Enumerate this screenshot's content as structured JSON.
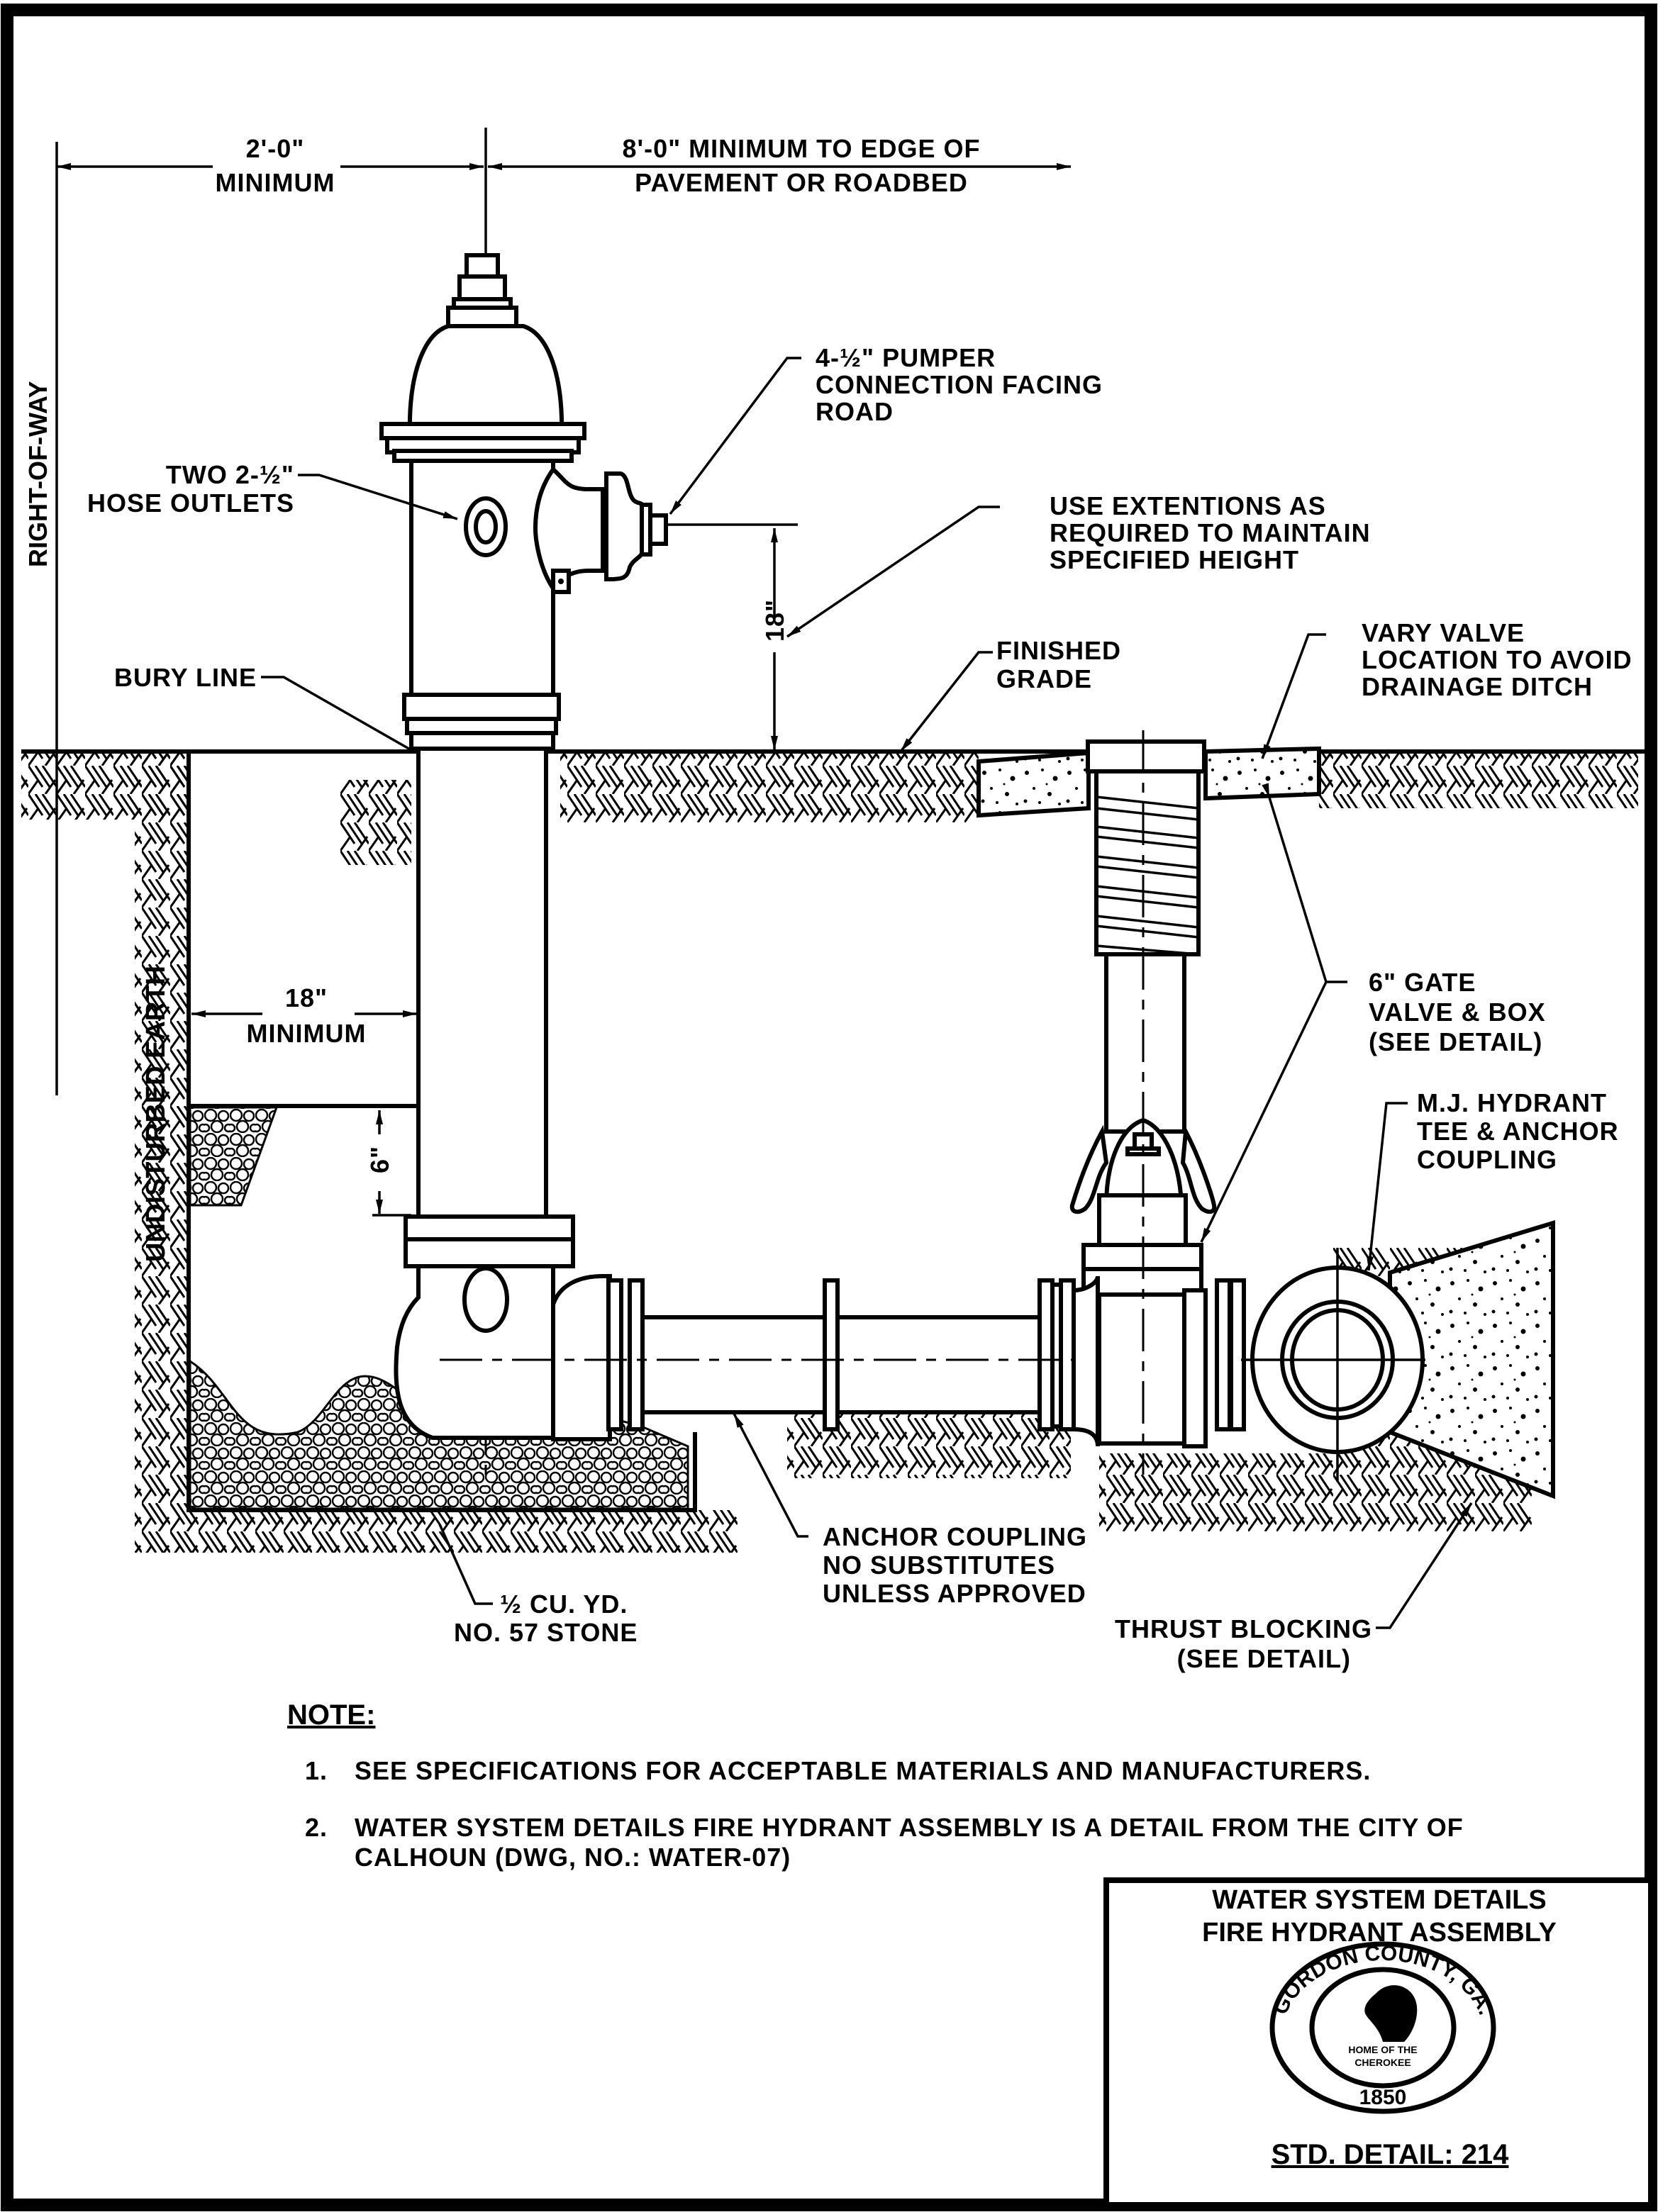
{
  "drawing": {
    "dimensions": {
      "left_offset": "2'-0\"",
      "left_offset_sub": "MINIMUM",
      "right_offset": "8'-0\" MINIMUM TO EDGE OF",
      "right_offset_sub": "PAVEMENT OR ROADBED",
      "pumper_height": "18\"",
      "side_clearance": "18\"",
      "side_clearance_sub": "MINIMUM",
      "stone_depth": "6\""
    },
    "side_labels": {
      "right_of_way": "RIGHT-OF-WAY",
      "undisturbed_earth": "UNDISTURBED EARTH"
    },
    "callouts": {
      "pumper": [
        "4-½\" PUMPER",
        "CONNECTION FACING",
        "ROAD"
      ],
      "hose_outlets": [
        "TWO 2-½\"",
        "HOSE OUTLETS"
      ],
      "extensions": [
        "USE EXTENTIONS AS",
        "REQUIRED TO MAINTAIN",
        "SPECIFIED HEIGHT"
      ],
      "bury_line": "BURY LINE",
      "finished_grade": [
        "FINISHED",
        "GRADE"
      ],
      "vary_valve": [
        "VARY VALVE",
        "LOCATION TO AVOID",
        "DRAINAGE DITCH"
      ],
      "gate_valve": [
        "6\" GATE",
        "VALVE & BOX",
        "(SEE DETAIL)"
      ],
      "mj_tee": [
        "M.J. HYDRANT",
        "TEE & ANCHOR",
        "COUPLING"
      ],
      "anchor_coupling": [
        "ANCHOR COUPLING",
        "NO SUBSTITUTES",
        "UNLESS APPROVED"
      ],
      "stone": [
        "½ CU. YD.",
        "NO. 57 STONE"
      ],
      "thrust_blocking": [
        "THRUST BLOCKING",
        "(SEE DETAIL)"
      ]
    }
  },
  "notes": {
    "heading": "NOTE:",
    "items": [
      {
        "num": "1.",
        "lines": [
          "SEE SPECIFICATIONS FOR ACCEPTABLE MATERIALS AND MANUFACTURERS."
        ]
      },
      {
        "num": "2.",
        "lines": [
          "WATER SYSTEM DETAILS FIRE HYDRANT ASSEMBLY IS A DETAIL FROM THE CITY OF",
          "CALHOUN (DWG, NO.: WATER-07)"
        ]
      }
    ]
  },
  "title_block": {
    "title_line1": "WATER SYSTEM DETAILS",
    "title_line2": "FIRE HYDRANT ASSEMBLY",
    "seal": {
      "outer_text": "GORDON COUNTY, GA.",
      "inner_text_1": "HOME OF THE",
      "inner_text_2": "CHEROKEE",
      "year": "1850"
    },
    "std_detail": "STD. DETAIL: 214"
  }
}
